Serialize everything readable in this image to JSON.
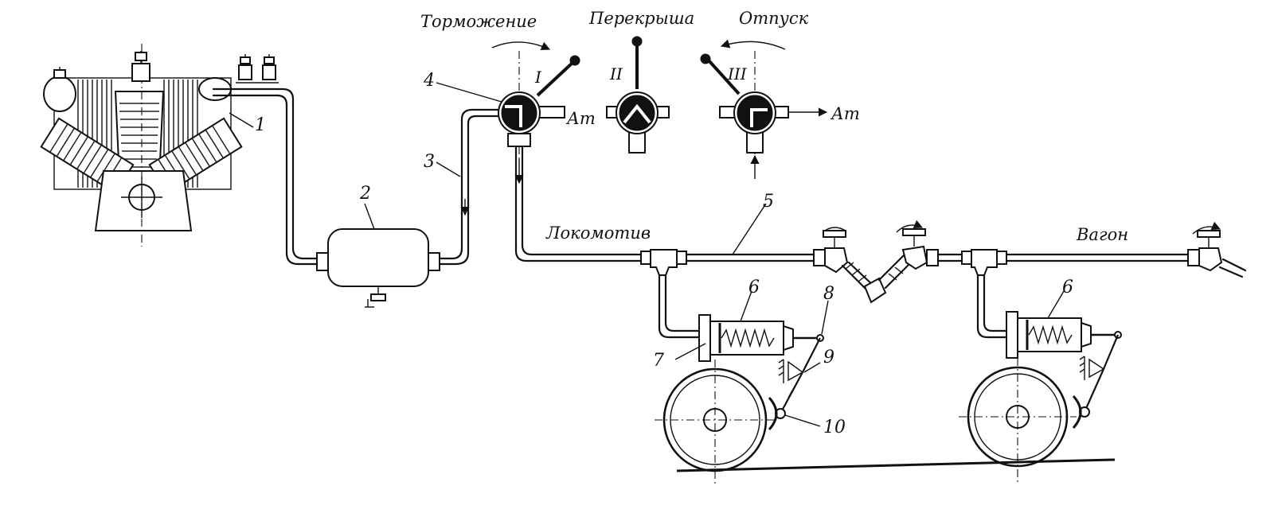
{
  "diagram": {
    "modes": {
      "braking": "Торможение",
      "lap": "Перекрыша",
      "release": "Отпуск"
    },
    "positions": {
      "one": "I",
      "two": "II",
      "three": "III"
    },
    "atmosphere": {
      "valve_exhaust": "Ат",
      "release_exhaust": "Ат"
    },
    "sections": {
      "locomotive": "Локомотив",
      "car": "Вагон"
    },
    "callouts": {
      "c1": "1",
      "c2": "2",
      "c3": "3",
      "c4": "4",
      "c5": "5",
      "c6_loco": "6",
      "c6_car": "6",
      "c7": "7",
      "c8": "8",
      "c9": "9",
      "c10": "10"
    }
  }
}
